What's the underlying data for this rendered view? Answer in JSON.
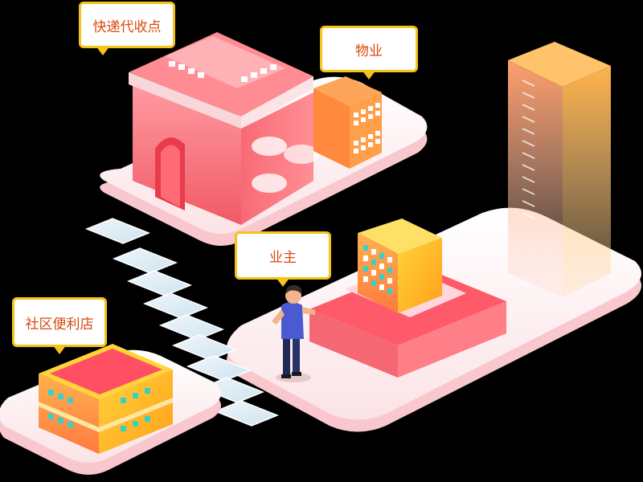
{
  "labels": {
    "express_pickup": "快递代收点",
    "property": "物业",
    "owner": "业主",
    "convenience_store": "社区便利店"
  },
  "colors": {
    "background": "#000000",
    "callout_border": "#f7c21a",
    "callout_text": "#d9480f",
    "platform": "#fde9ea",
    "main_building": "#f4737a",
    "tower": "#ff9f4a"
  }
}
